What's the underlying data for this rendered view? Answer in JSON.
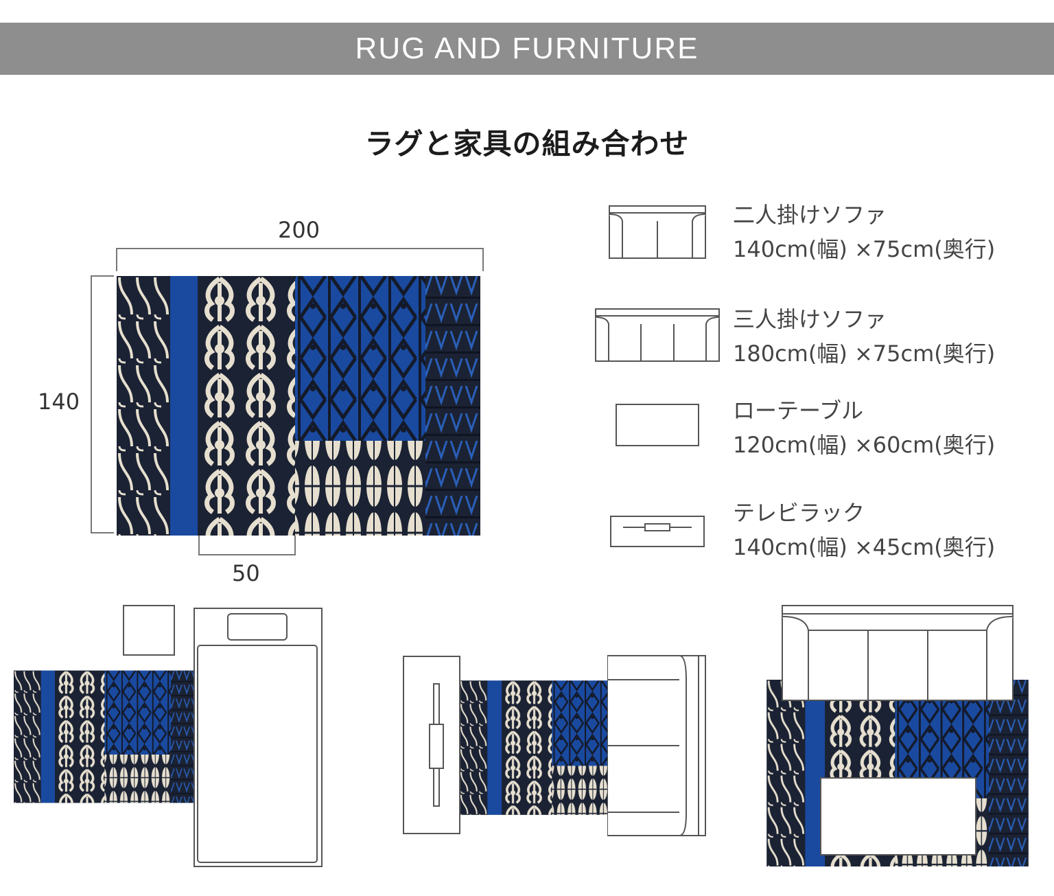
{
  "header": {
    "title": "RUG AND FURNITURE"
  },
  "subtitle": "ラグと家具の組み合わせ",
  "rug": {
    "width_label": "200",
    "depth_label": "140",
    "band_label": "50"
  },
  "legend": [
    {
      "name": "二人掛けソファ",
      "size": "140cm(幅) ×75cm(奥行)"
    },
    {
      "name": "三人掛けソファ",
      "size": "180cm(幅) ×75cm(奥行)"
    },
    {
      "name": "ローテーブル",
      "size": "120cm(幅) ×60cm(奥行)"
    },
    {
      "name": "テレビラック",
      "size": "140cm(幅) ×45cm(奥行)"
    }
  ],
  "colors": {
    "banner": "#8e8e8e",
    "navy": "#1b2233",
    "blue": "#1a4aa0",
    "cream": "#e6dfcf",
    "line": "#555555"
  }
}
